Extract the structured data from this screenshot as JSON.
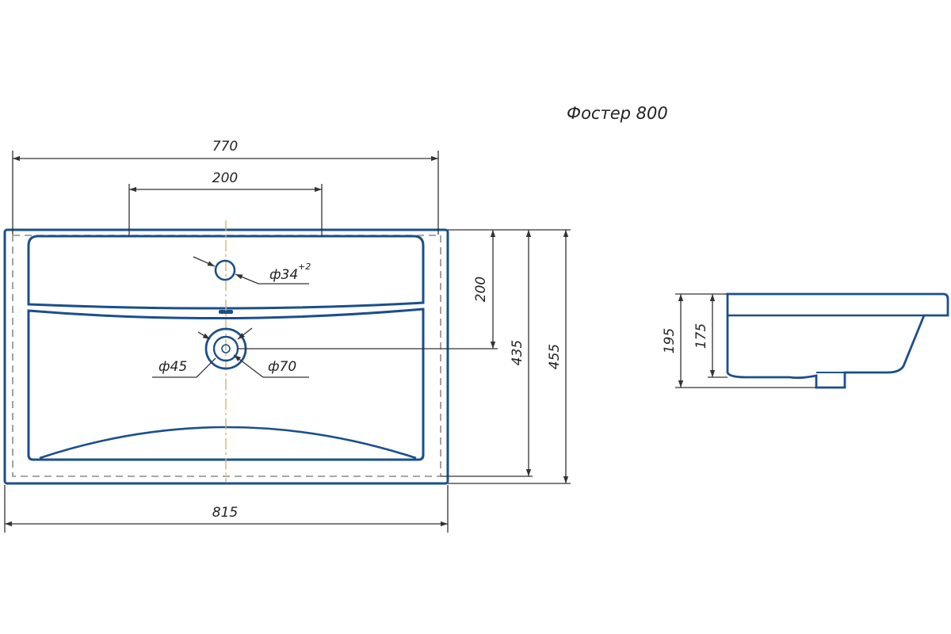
{
  "title": "Фостер 800",
  "colors": {
    "outline": "#1b4f8c",
    "dimension": "#333333",
    "centerline": "#d8b26a",
    "hidden": "#8a8a8a"
  },
  "dimensions": {
    "inner_width": "770",
    "faucet_spacing": "200",
    "outer_width": "815",
    "faucet_to_drain": "200",
    "inner_depth": "435",
    "outer_depth": "455",
    "faucet_hole": "ф34",
    "faucet_hole_tolerance": "+2",
    "drain_inner": "ф45",
    "drain_outer": "ф70",
    "side_height_total": "195",
    "side_height_bowl": "175"
  }
}
